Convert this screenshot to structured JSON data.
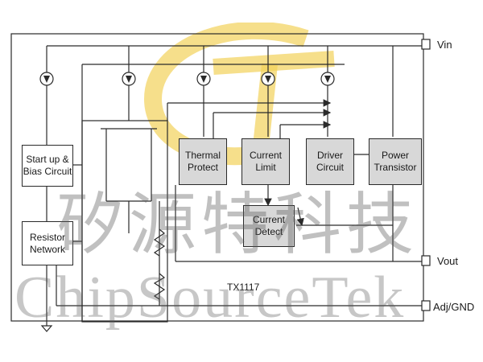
{
  "blocks": {
    "startup": "Start up &\nBias Circuit",
    "resistor": "Resistor\nNetwork",
    "thermal": "Thermal\nProtect",
    "current_limit": "Current\nLimit",
    "driver": "Driver\nCircuit",
    "power": "Power\nTransistor",
    "current_detect": "Current\nDetect"
  },
  "pins": {
    "vin": "Vin",
    "vout": "Vout",
    "adj": "Adj/GND"
  },
  "chip_name": "TX1117",
  "watermark": {
    "chinese": "矽源特科技",
    "english": "ChipSourceTek",
    "logo_color": "#f2d15a"
  },
  "colors": {
    "line": "#2a2a2a",
    "block_fill": "#ffffff",
    "shaded_fill": "#d8d8d8"
  }
}
